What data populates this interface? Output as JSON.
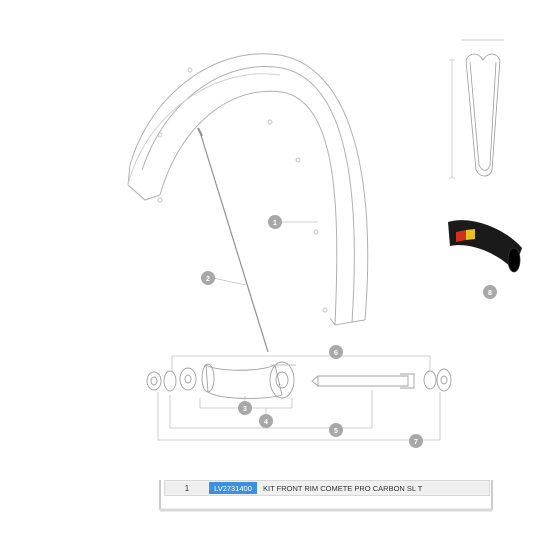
{
  "callouts": {
    "c1": "1",
    "c2": "2",
    "c3": "3",
    "c4": "4",
    "c5": "5",
    "c6": "6",
    "c7": "7",
    "c8": "8"
  },
  "parts": [
    {
      "num": "1",
      "ref": "LV2731400",
      "desc": "KIT FRONT RIM COMETE PRO CARBON SL T"
    }
  ],
  "colors": {
    "line": "#b8b8b8",
    "callout": "#a8a8a8",
    "highlight": "#3d8fe0",
    "tire_label_red": "#d03020",
    "tire_label_yellow": "#e8c020"
  }
}
